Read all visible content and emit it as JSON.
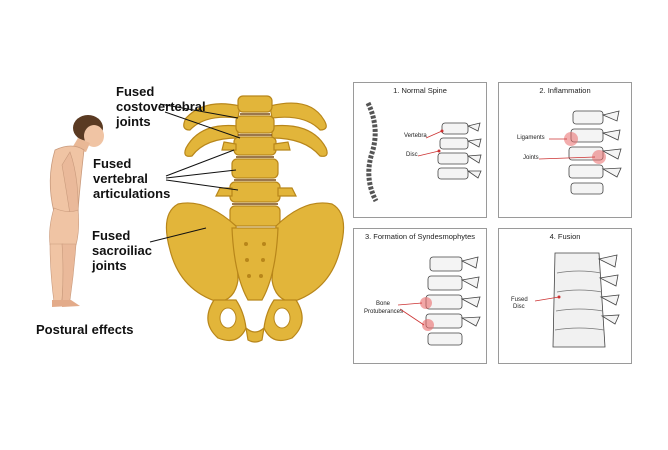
{
  "labels": {
    "costovertebral": [
      "Fused",
      "costovertebral",
      "joints"
    ],
    "vertebral": [
      "Fused",
      "vertebral",
      "articulations"
    ],
    "sacroiliac": [
      "Fused",
      "sacroiliac",
      "joints"
    ],
    "postural": "Postural effects"
  },
  "panels": [
    {
      "title": "1. Normal Spine",
      "labels": [
        "Vertebra",
        "Disc"
      ]
    },
    {
      "title": "2. Inflammation",
      "labels": [
        "Ligaments",
        "Joints"
      ]
    },
    {
      "title": "3. Formation of Syndesmophytes",
      "labels": [
        "Bone",
        "Protuberances"
      ]
    },
    {
      "title": "4. Fusion",
      "labels": [
        "Fused",
        "Disc"
      ]
    }
  ],
  "colors": {
    "bone": "#e2b53a",
    "bone_dark": "#b8861a",
    "skin": "#f0c4a4",
    "inflamed": "#e96a6a"
  }
}
